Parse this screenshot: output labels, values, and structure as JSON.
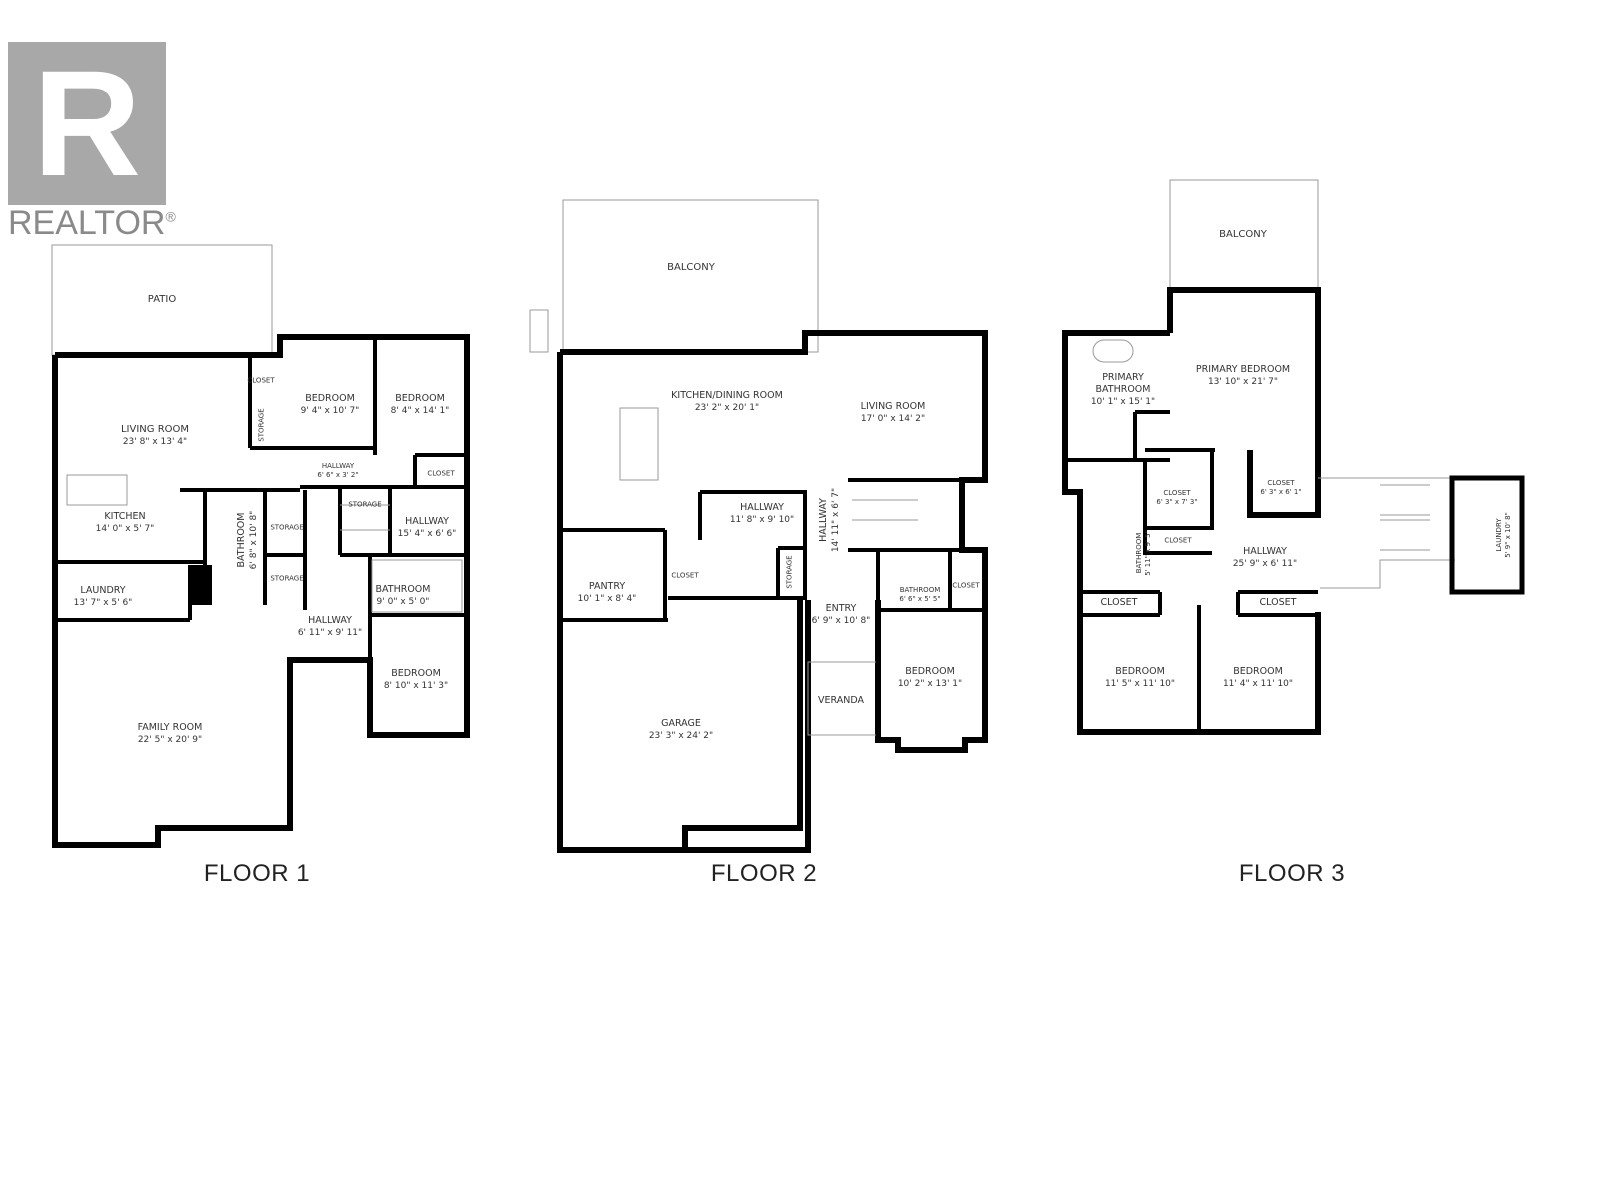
{
  "logo": {
    "brand": "REALTOR",
    "mark": "R",
    "registered": "®",
    "color": "#a8a8a8"
  },
  "floors": [
    {
      "label": "FLOOR 1",
      "rooms": [
        {
          "name": "PATIO",
          "dims": ""
        },
        {
          "name": "LIVING ROOM",
          "dims": "23' 8\" x 13' 4\""
        },
        {
          "name": "CLOSET",
          "dims": ""
        },
        {
          "name": "STORAGE",
          "dims": ""
        },
        {
          "name": "BEDROOM",
          "dims": "9' 4\" x 10' 7\""
        },
        {
          "name": "BEDROOM",
          "dims": "8' 4\" x 14' 1\""
        },
        {
          "name": "CLOSET",
          "dims": ""
        },
        {
          "name": "HALLWAY",
          "dims": "6' 6\" x 3' 2\""
        },
        {
          "name": "KITCHEN",
          "dims": "14' 0\" x 5' 7\""
        },
        {
          "name": "BATHROOM",
          "dims": "6' 8\" x 10' 8\""
        },
        {
          "name": "STORAGE",
          "dims": ""
        },
        {
          "name": "STORAGE",
          "dims": ""
        },
        {
          "name": "HALLWAY",
          "dims": "15' 4\" x 6' 6\""
        },
        {
          "name": "STORAGE",
          "dims": ""
        },
        {
          "name": "LAUNDRY",
          "dims": "13' 7\" x 5' 6\""
        },
        {
          "name": "BATHROOM",
          "dims": "9' 0\" x 5' 0\""
        },
        {
          "name": "HALLWAY",
          "dims": "6' 11\" x 9' 11\""
        },
        {
          "name": "BEDROOM",
          "dims": "8' 10\" x 11' 3\""
        },
        {
          "name": "FAMILY ROOM",
          "dims": "22' 5\" x 20' 9\""
        }
      ]
    },
    {
      "label": "FLOOR 2",
      "rooms": [
        {
          "name": "BALCONY",
          "dims": ""
        },
        {
          "name": "KITCHEN/DINING ROOM",
          "dims": "23' 2\" x 20' 1\""
        },
        {
          "name": "LIVING ROOM",
          "dims": "17' 0\" x 14' 2\""
        },
        {
          "name": "HALLWAY",
          "dims": "11' 8\" x 9' 10\""
        },
        {
          "name": "HALLWAY",
          "dims": "14' 11\" x 6' 7\""
        },
        {
          "name": "PANTRY",
          "dims": "10' 1\" x 8' 4\""
        },
        {
          "name": "CLOSET",
          "dims": ""
        },
        {
          "name": "STORAGE",
          "dims": ""
        },
        {
          "name": "BATHROOM",
          "dims": "6' 6\" x 5' 5\""
        },
        {
          "name": "CLOSET",
          "dims": ""
        },
        {
          "name": "ENTRY",
          "dims": "6' 9\" x 10' 8\""
        },
        {
          "name": "BEDROOM",
          "dims": "10' 2\" x 13' 1\""
        },
        {
          "name": "VERANDA",
          "dims": ""
        },
        {
          "name": "GARAGE",
          "dims": "23' 3\" x 24' 2\""
        }
      ]
    },
    {
      "label": "FLOOR 3",
      "rooms": [
        {
          "name": "BALCONY",
          "dims": ""
        },
        {
          "name": "PRIMARY BEDROOM",
          "dims": "13' 10\" x 21' 7\""
        },
        {
          "name": "PRIMARY BATHROOM",
          "dims": "10' 1\" x 15' 1\""
        },
        {
          "name": "CLOSET",
          "dims": "6' 3\" x 7' 3\""
        },
        {
          "name": "CLOSET",
          "dims": "6' 3\" x 6' 1\""
        },
        {
          "name": "CLOSET",
          "dims": ""
        },
        {
          "name": "HALLWAY",
          "dims": "25' 9\" x 6' 11\""
        },
        {
          "name": "BATHROOM",
          "dims": "5' 11\" x 9' 5\""
        },
        {
          "name": "LAUNDRY",
          "dims": "5' 9\" x 10' 8\""
        },
        {
          "name": "CLOSET",
          "dims": ""
        },
        {
          "name": "CLOSET",
          "dims": ""
        },
        {
          "name": "BEDROOM",
          "dims": "11' 5\" x 11' 10\""
        },
        {
          "name": "BEDROOM",
          "dims": "11' 4\" x 11' 10\""
        }
      ]
    }
  ]
}
